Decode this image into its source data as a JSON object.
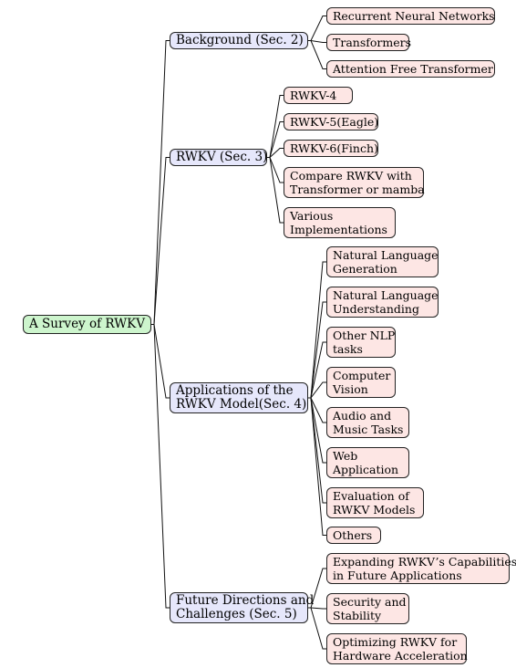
{
  "root": "A Survey of RWKV",
  "sections": [
    {
      "id": "background",
      "lines": [
        "Background (Sec. 2)"
      ],
      "children": [
        {
          "lines": [
            "Recurrent Neural Networks"
          ]
        },
        {
          "lines": [
            "Transformers"
          ]
        },
        {
          "lines": [
            "Attention Free Transformer"
          ]
        }
      ]
    },
    {
      "id": "rwkv",
      "lines": [
        "RWKV (Sec. 3)"
      ],
      "children": [
        {
          "lines": [
            "RWKV-4"
          ]
        },
        {
          "lines": [
            "RWKV-5(Eagle)"
          ]
        },
        {
          "lines": [
            "RWKV-6(Finch)"
          ]
        },
        {
          "lines": [
            "Compare RWKV with",
            "Transformer or mamba"
          ]
        },
        {
          "lines": [
            "Various",
            "Implementations"
          ]
        }
      ]
    },
    {
      "id": "applications",
      "lines": [
        "Applications of the",
        "RWKV Model(Sec. 4)"
      ],
      "children": [
        {
          "lines": [
            "Natural Language",
            "Generation"
          ]
        },
        {
          "lines": [
            "Natural Language",
            "Understanding"
          ]
        },
        {
          "lines": [
            "Other NLP",
            "tasks"
          ]
        },
        {
          "lines": [
            "Computer",
            "Vision"
          ]
        },
        {
          "lines": [
            "Audio and",
            "Music Tasks"
          ]
        },
        {
          "lines": [
            "Web",
            "Application"
          ]
        },
        {
          "lines": [
            "Evaluation of",
            "RWKV Models"
          ]
        },
        {
          "lines": [
            "Others"
          ]
        }
      ]
    },
    {
      "id": "future",
      "lines": [
        "Future Directions and",
        "Challenges (Sec. 5)"
      ],
      "children": [
        {
          "lines": [
            "Expanding RWKV’s Capabilities",
            "in Future Applications"
          ]
        },
        {
          "lines": [
            "Security and",
            "Stability"
          ]
        },
        {
          "lines": [
            "Optimizing RWKV for",
            "Hardware Acceleration"
          ]
        }
      ]
    }
  ]
}
